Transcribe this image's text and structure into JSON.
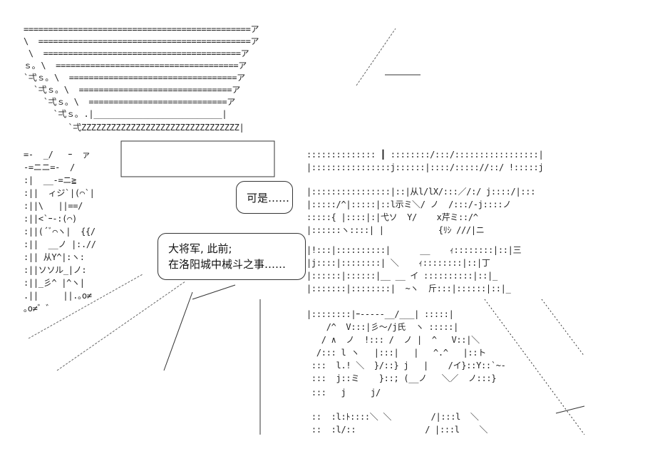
{
  "art": {
    "rows": [
      "==============================================ア",
      "\\  ===========================================ア",
      " \\  ========================================ア",
      "ｓ｡ \\  =====================================ア",
      "`弌ｓ｡ \\  ==================================ア",
      "  `弌ｓ｡ \\  ===============================ア",
      "    `弌ｓ｡ \\  ============================ア",
      "      `弌ｓ｡ .|__________________________|",
      "         `弌ZZZZZZZZZZZZZZZZZZZZZZZZZZZZZZZZ|"
    ],
    "left": [
      "=-  _/   ｰ  ァ",
      "-=ニニ=-  /",
      ":|  __-=ニ≧",
      ":||  ィジ`|(⌒`|",
      ":||\\   ||==/",
      ":||<`ｰ-:(⌒)",
      ":||(´ﾞ⌒ヽ|  {{/",
      ":||  __ノ |:.//",
      ":|| 从Y^|:ヽ:",
      ":||ソソル_|ノ:",
      ":||_彡^ |^ヽ|",
      ".||     ||.｡o≠",
      "｡o≠゛゛"
    ],
    "right": [
      ":::::::::::::: ┃ ::::::::/:::/:::::::::::::::::|",
      "|::::::::::::::::j::::::|::::/::::://::/ !:::::j",
      "|::::::::::::::::|::|从l/lX/:::／/:/ j::::/|:::",
      "|:::::/^|:::::|::l示ミ＼/ ノ  /:::/-j::::ノ",
      ":::::{ |::::|:|弋ソ  Y/    x芹ミ::/^",
      "|::::::ヽ::::| |           {ﾘｼ ///|ニ",
      "|!:::|::::::::::|      __    ｨ::::::::|::|三",
      "|j::::|::::::::| ＼    ｨ::::::::|::|丁",
      "|::::::|::::::|__ __ イ ::::::::::|::|_",
      "|:::::::|::::::::|  ~ヽ  ⽄:::|::::::|::|_",
      "|::::::::|ｰ-----__/___| :::::|",
      "    /^  V:::|彡〜/j氏  ヽ :::::|",
      "   / ∧  ノ  !::: /  ノ |  ^   V::|＼",
      "  /::: l ヽ   |:::|   |   ^.^   |::ト",
      " :::  l.! ＼  }/::} j   |    /イ}::Y::`~-",
      " :::  j::ミ    }::; (__ノ   ＼／  ノ:::}",
      " :::   j     j/",
      " ::  :l:ﾄ::::＼ ＼        /|:::l  ＼",
      " ::  :l/::              / |:::l    ＼"
    ]
  },
  "bubbles": {
    "top": "可是……",
    "main_line1": "大将军, 此前;",
    "main_line2": "在洛阳城中械斗之事……"
  }
}
